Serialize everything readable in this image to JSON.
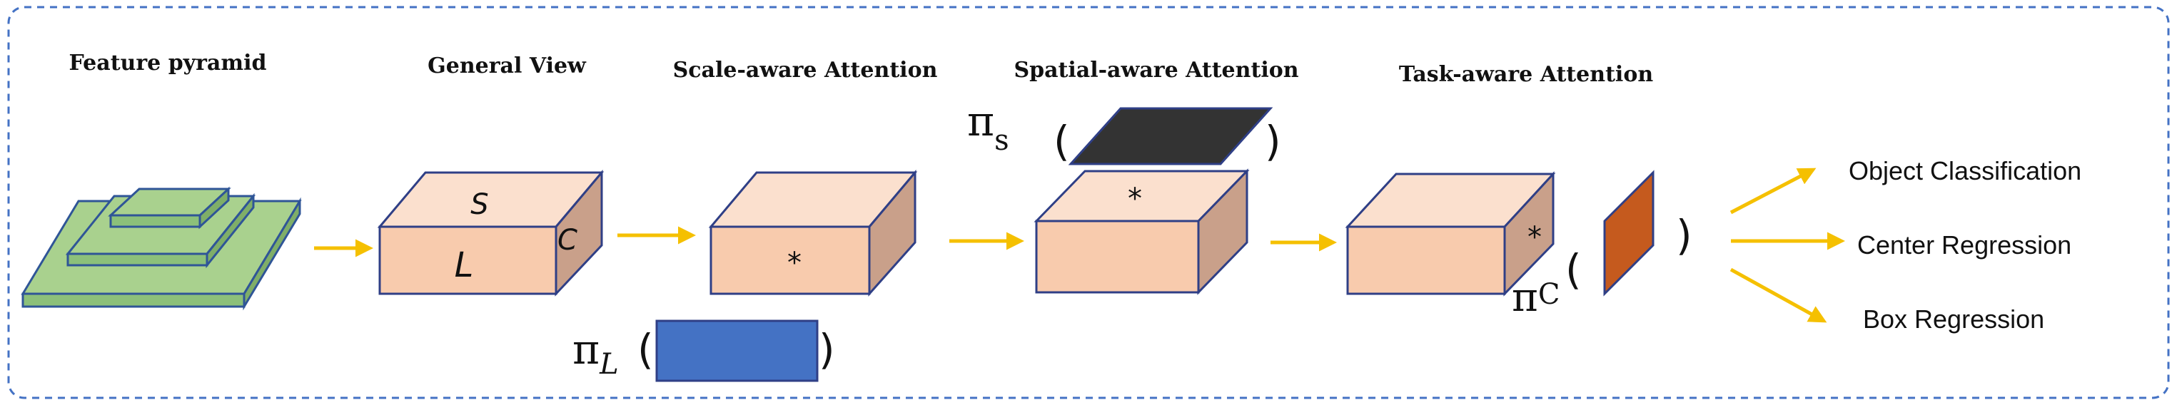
{
  "titles": {
    "feature_pyramid": "Feature pyramid",
    "general_view": "General View",
    "scale_aware": "Scale-aware Attention",
    "spatial_aware": "Spatial-aware Attention",
    "task_aware": "Task-aware Attention"
  },
  "box_labels": {
    "s": "S",
    "l": "L",
    "c": "C",
    "star": "*"
  },
  "functions": {
    "pi_l": {
      "pi": "π",
      "sub": "L"
    },
    "pi_s": {
      "pi": "π",
      "sub": "s"
    },
    "pi_c": {
      "pi": "π",
      "sub": "C"
    }
  },
  "parens": {
    "open": "(",
    "close": ")"
  },
  "outputs": [
    "Object Classification",
    "Center Regression",
    "Box Regression"
  ],
  "colors": {
    "border_dash": "#4472C4",
    "box_front": "#F8CBAD",
    "box_top": "#FBE0CE",
    "box_side": "#C9A08A",
    "box_stroke": "#2F3F86",
    "pyramid_fill": "#A9D18E",
    "pyramid_stroke": "#2F5597",
    "arrow": "#F5C000",
    "pi_l_rect": "#4472C4",
    "pi_s_para": "#333333",
    "pi_c_para": "#C55A1E"
  }
}
